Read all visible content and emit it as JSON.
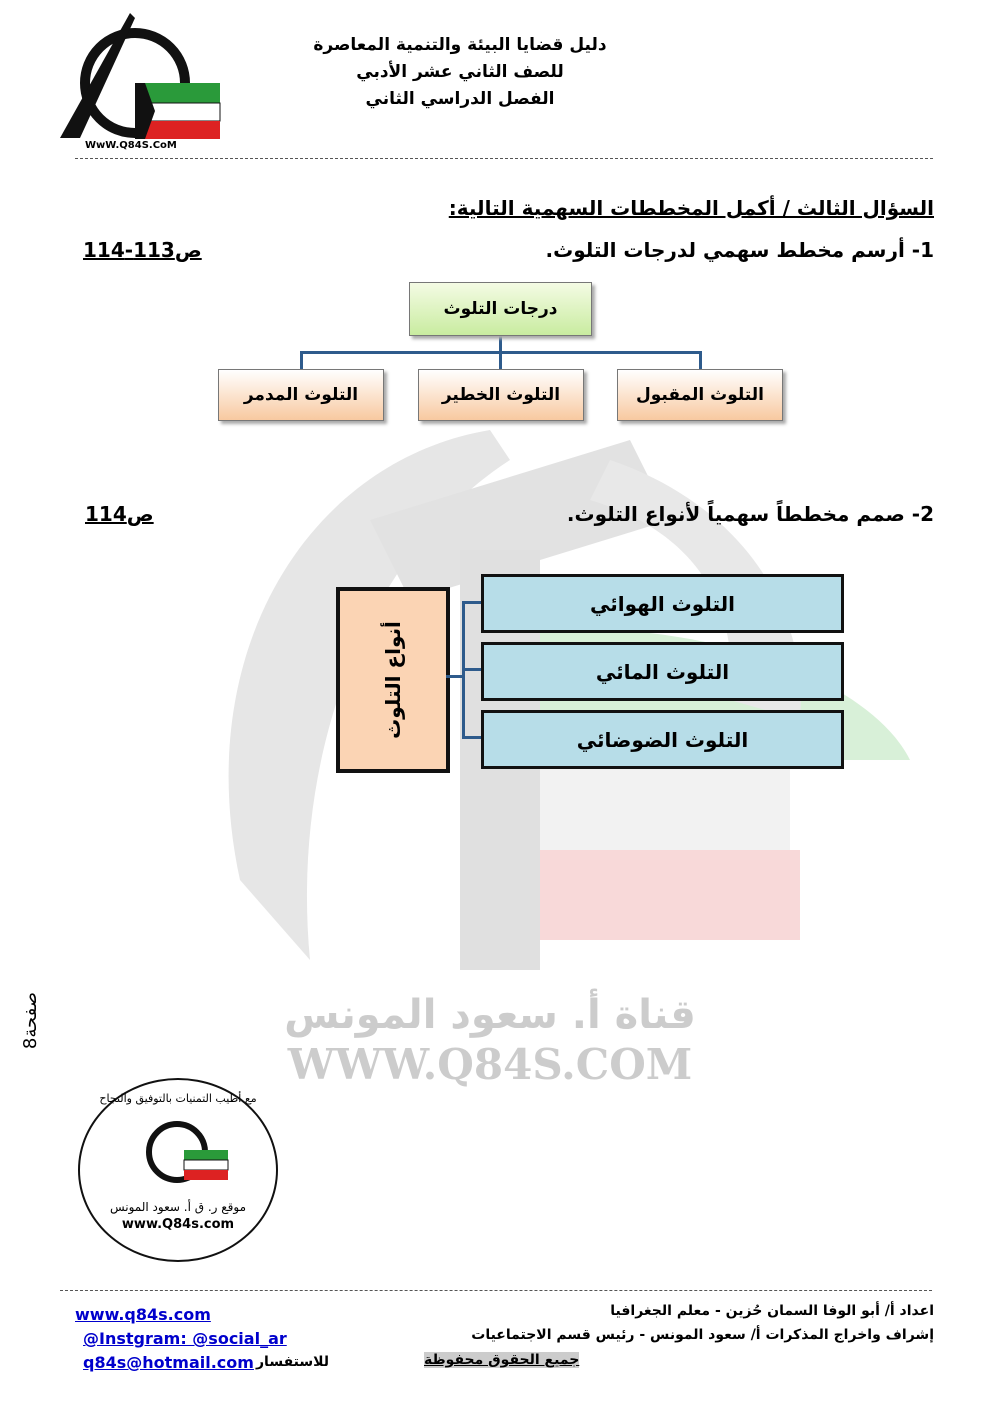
{
  "header": {
    "logo_text": "WwW.Q84S.CoM",
    "lines": [
      "دليل قضايا البيئة والتنمية المعاصرة",
      "للصف الثاني عشر الأدبي",
      "الفصل الدراسي الثاني"
    ]
  },
  "question": {
    "title": "السؤال الثالث / أكمل المخططات السهمية التالية:",
    "q1": {
      "text": "1- أرسم مخطط سهمي لدرجات التلوث.",
      "page_ref": "ص113-114",
      "root": "درجات التلوث",
      "children": [
        "التلوث المقبول",
        "التلوث الخطير",
        "التلوث المدمر"
      ]
    },
    "q2": {
      "text": "2- صمم مخططاً سهمياً لأنواع التلوث.",
      "page_ref": "ص114",
      "root": "أنواع التلوث",
      "children": [
        "التلوث الهوائي",
        "التلوث المائي",
        "التلوث الضوضائي"
      ]
    }
  },
  "watermark": {
    "line1": "قناة أ. سعود المونس",
    "line2": "WWW.Q84S.COM"
  },
  "page_number": "صفحة8",
  "stamp": {
    "ring_text": "مع أطيب التمنيات بالتوفيق والنجاح",
    "site": "موقع ر. ق أ. سعود المونس",
    "url": "www.Q84s.com"
  },
  "footer": {
    "prepared_by": "اعداد أ/ أبو الوفا السمان حُزين - معلم الجغرافيا",
    "supervised_by": "إشراف واخراج المذكرات أ/ سعود المونس - رئيس قسم الاجتماعيات",
    "rights": "جميع الحقوق محفوظة",
    "website": "www.q84s.com",
    "instagram": "@Instgram: @social_ar",
    "email": "q84s@hotmail.com",
    "inquiry": "للاستفسار"
  }
}
